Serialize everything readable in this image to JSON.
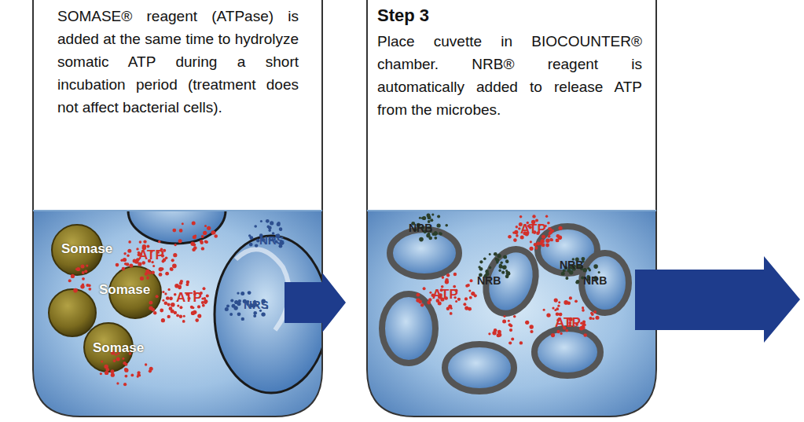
{
  "diagram": {
    "nodes": [
      {
        "text": [
          "SOMASE® reagent (ATPase) is added at the same time to hydrolyze somatic ATP during a short incubation period (treatment does not affect bacterial cells)."
        ]
      },
      {
        "text": [
          "Step 3",
          "Place cuvette in BIOCOUNTER® chamber. NRB® reagent is automatically added to release ATP from the microbes."
        ]
      }
    ],
    "edges": [
      {
        "from": 0,
        "to": 1,
        "arrow": "to"
      }
    ],
    "labels": [
      "Somase",
      "Somase",
      "Somase",
      "ATP",
      "ATP",
      "NRS",
      "NRS",
      "NRB",
      "NRB",
      "NRB",
      "NRB",
      "ATP",
      "ATP",
      "ATP"
    ]
  }
}
